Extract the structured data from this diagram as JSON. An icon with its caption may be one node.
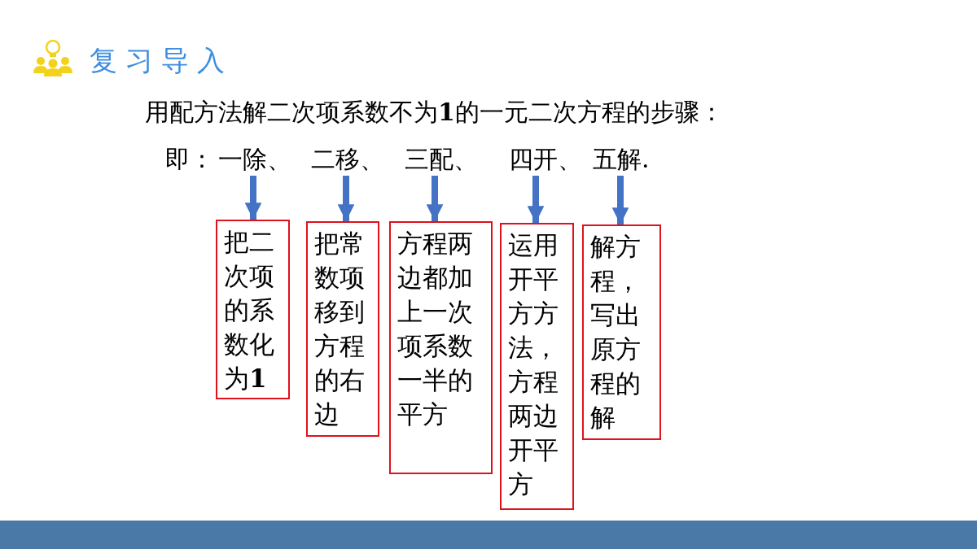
{
  "diagram": {
    "title": "复习导入",
    "nodes": [
      {
        "text": [
          "一除、"
        ]
      },
      {
        "text": [
          "二移、"
        ]
      },
      {
        "text": [
          "三配、"
        ]
      },
      {
        "text": [
          "四开、"
        ]
      },
      {
        "text": [
          "五解."
        ]
      },
      {
        "text": [
          "把二次项的系数化为**1**"
        ]
      },
      {
        "text": [
          "把常数项移到方程的右边"
        ]
      },
      {
        "text": [
          "方程两边都加上一次项系数一半的平方"
        ]
      },
      {
        "text": [
          "运用开平方方法，方程两边开平方"
        ]
      },
      {
        "text": [
          "解方程，写出原方程的解"
        ]
      }
    ],
    "edges": [
      {
        "from": 0,
        "to": 5,
        "arrow": "to"
      },
      {
        "from": 1,
        "to": 6,
        "arrow": "to"
      },
      {
        "from": 2,
        "to": 7,
        "arrow": "to"
      },
      {
        "from": 3,
        "to": 8,
        "arrow": "to"
      },
      {
        "from": 4,
        "to": 9,
        "arrow": "to"
      }
    ],
    "labels": [
      "用配方法解二次项系数不为**1**的一元二次方程的步骤：",
      "即："
    ]
  }
}
